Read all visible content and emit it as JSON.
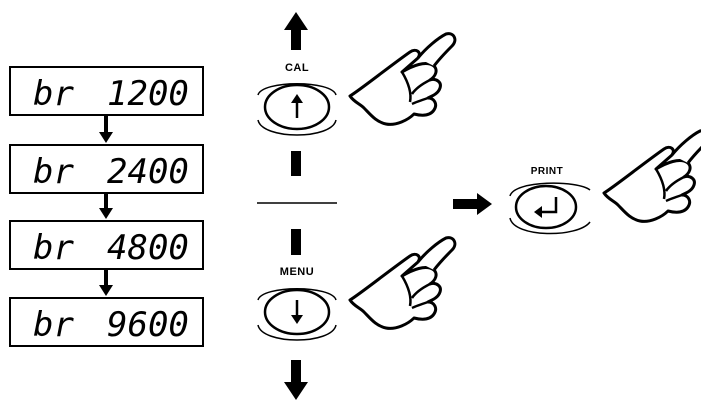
{
  "displays": [
    {
      "prefix": "br",
      "value": "1200"
    },
    {
      "prefix": "br",
      "value": "2400"
    },
    {
      "prefix": "br",
      "value": "4800"
    },
    {
      "prefix": "br",
      "value": "9600"
    }
  ],
  "buttons": {
    "cal": {
      "label": "CAL",
      "icon": "arrow-up-icon"
    },
    "menu": {
      "label": "MENU",
      "icon": "arrow-down-icon"
    },
    "print": {
      "label": "PRINT",
      "icon": "enter-return-icon"
    }
  },
  "colors": {
    "ink": "#000000",
    "paper": "#ffffff"
  }
}
